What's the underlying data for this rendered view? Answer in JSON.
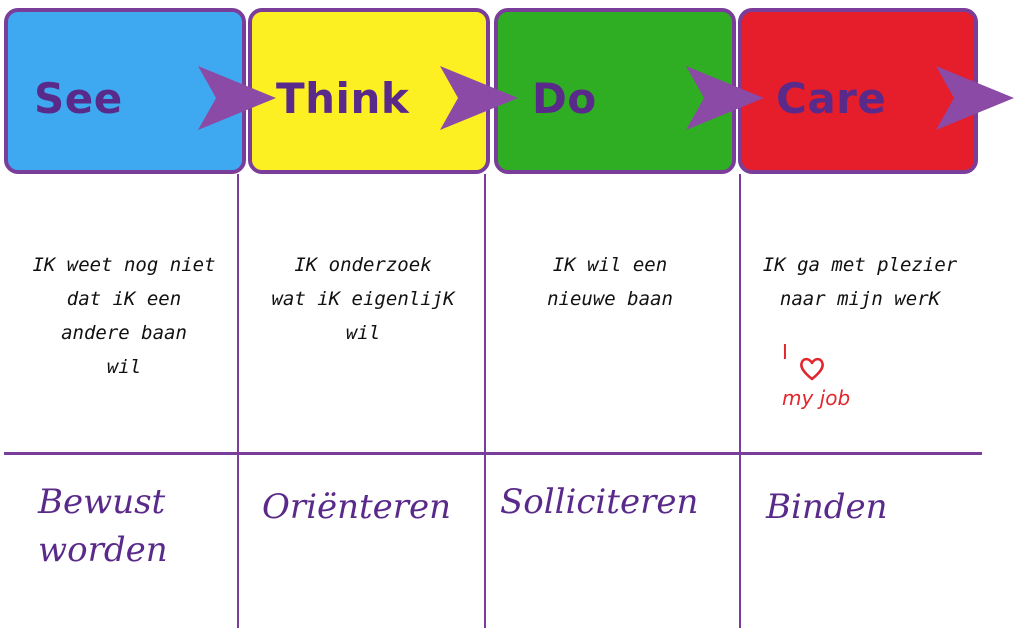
{
  "colors": {
    "outline": "#7a3e9a",
    "text_purple": "#5a2a8a",
    "arrow": "#8b4aa6",
    "see": "#3ea9f0",
    "think": "#fdf022",
    "do": "#2fae24",
    "care": "#e61d2b",
    "heart": "#e2262e"
  },
  "stages": [
    {
      "title": "See",
      "description": [
        "IK weet nog niet",
        "dat iK een",
        "andere baan",
        "wil"
      ],
      "phase": "Bewust worden"
    },
    {
      "title": "Think",
      "description": [
        "IK onderzoek",
        "wat iK eigenlijK",
        "wil"
      ],
      "phase": "Oriënteren"
    },
    {
      "title": "Do",
      "description": [
        "IK wil een",
        "nieuwe baan"
      ],
      "phase": "Solliciteren"
    },
    {
      "title": "Care",
      "description": [
        "IK ga met plezier",
        "naar mijn werK"
      ],
      "phase": "Binden"
    }
  ],
  "heart_note": {
    "prefix": "I",
    "icon": "heart-icon",
    "suffix": "my job"
  }
}
